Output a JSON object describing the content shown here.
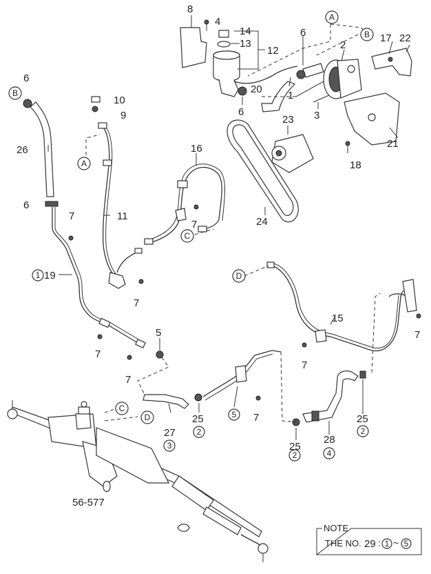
{
  "labels": {
    "l1": "1",
    "l2": "2",
    "l3": "3",
    "l4": "4",
    "l5": "5",
    "l6a": "6",
    "l6b": "6",
    "l6c": "6",
    "l6d": "6",
    "l7a": "7",
    "l7b": "7",
    "l7c": "7",
    "l7d": "7",
    "l7e": "7",
    "l7f": "7",
    "l7g": "7",
    "l7h": "7",
    "l8": "8",
    "l9": "9",
    "l10": "10",
    "l11": "11",
    "l12": "12",
    "l13": "13",
    "l14": "14",
    "l15": "15",
    "l16": "16",
    "l17": "17",
    "l18": "18",
    "l19": "19",
    "l20": "20",
    "l21": "21",
    "l22": "22",
    "l23": "23",
    "l24": "24",
    "l25a": "25",
    "l25b": "25",
    "l25c": "25",
    "l26": "26",
    "l27": "27",
    "l28": "28",
    "ref": "56-577"
  },
  "markers": {
    "A1": "A",
    "A2": "A",
    "B1": "B",
    "B2": "B",
    "C1": "C",
    "C2": "C",
    "D1": "D",
    "D2": "D"
  },
  "circled": {
    "c19": "1",
    "c27": "3",
    "c25a": "2",
    "c5": "5",
    "c25b": "2",
    "c28": "4",
    "c25c": "2"
  },
  "note": {
    "title": "NOTE",
    "prefix": "THE NO.",
    "number": "29",
    "colon": ":",
    "from": "1",
    "tilde": "~",
    "to": "5"
  }
}
